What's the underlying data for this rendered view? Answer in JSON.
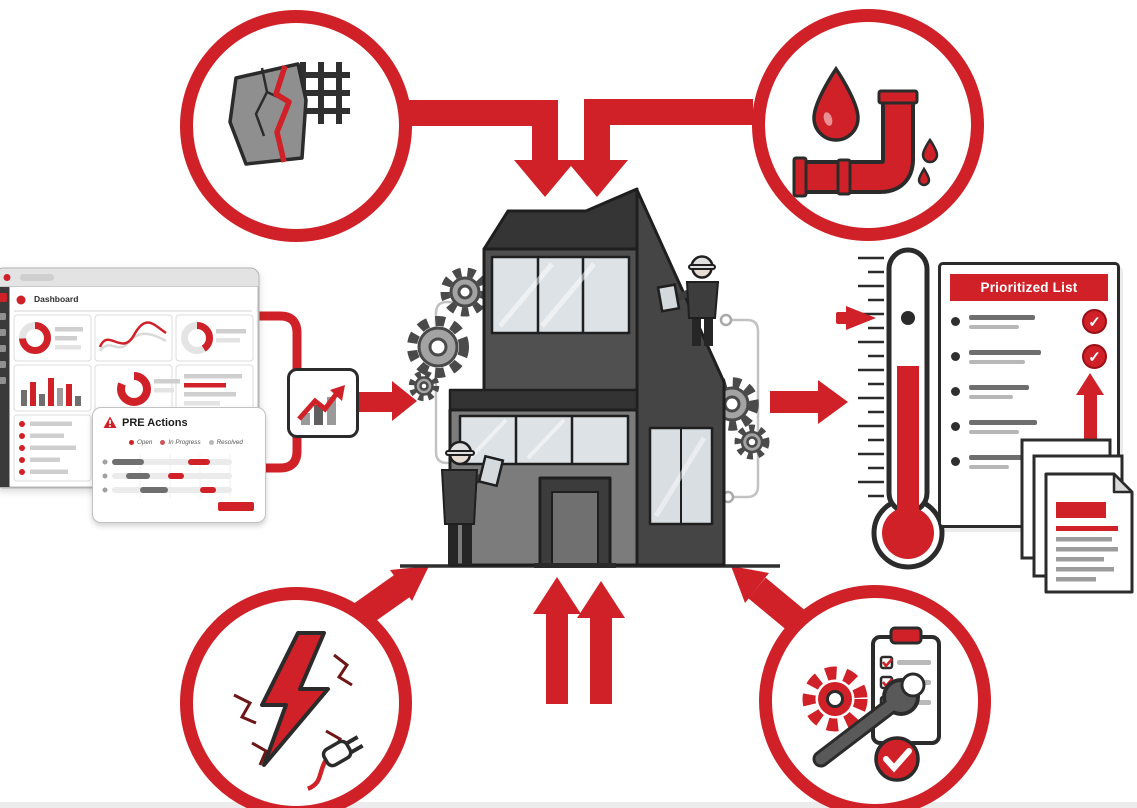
{
  "colors": {
    "accent_red": "#d02128",
    "outline_dark": "#2b2b2b",
    "building_gray": "#505050",
    "light_gray": "#b7b7b7"
  },
  "hazard_nodes": {
    "top_left": {
      "icon": "cracked-concrete-rebar-icon"
    },
    "top_right": {
      "icon": "water-droplet-leaking-pipe-icon"
    },
    "bottom_left": {
      "icon": "lightning-bolt-plug-icon"
    },
    "bottom_right": {
      "icon": "gear-wrench-checklist-icon"
    }
  },
  "dashboard": {
    "title": "Dashboard",
    "logo_icon": "app-logo-square",
    "charts": [
      "donut",
      "line",
      "donut",
      "bars",
      "donut",
      "lines",
      "list"
    ]
  },
  "analytics_icon": "bar-chart-up-arrow-icon",
  "pre_actions": {
    "title": "PRE Actions",
    "warning_icon": "warning-triangle-icon",
    "legend": [
      {
        "label": "Open",
        "color": "#d02128"
      },
      {
        "label": "In Progress",
        "color": "#c9565c"
      },
      {
        "label": "Resolved",
        "color": "#b9b9b9"
      }
    ]
  },
  "center": {
    "illustration": "building-with-inspectors"
  },
  "severity_gauge": {
    "illustration": "thermometer-with-marker-icon"
  },
  "prioritized_list": {
    "title": "Prioritized List",
    "check_glyph": "✓",
    "items": [
      {
        "checked": true
      },
      {
        "checked": true
      },
      {
        "checked": false
      },
      {
        "checked": false
      },
      {
        "checked": false
      }
    ]
  },
  "documents": {
    "illustration": "report-pages-stack-icon"
  }
}
